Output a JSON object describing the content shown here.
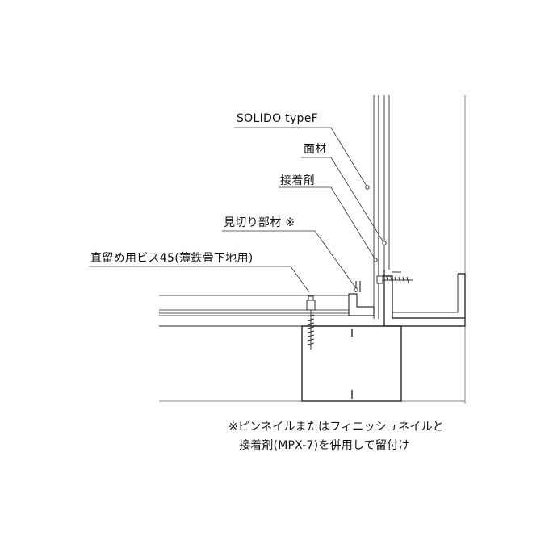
{
  "labels": {
    "solido": "SOLIDO typeF",
    "face_material": "面材",
    "adhesive": "接着剤",
    "trim_member": "見切り部材 ※",
    "screw": "直留め用ビス45(薄鉄骨下地用)"
  },
  "note": {
    "line1": "※ピンネイルまたはフィニッシュネイルと",
    "line2": "接着剤(MPX-7)を併用して留付け"
  }
}
